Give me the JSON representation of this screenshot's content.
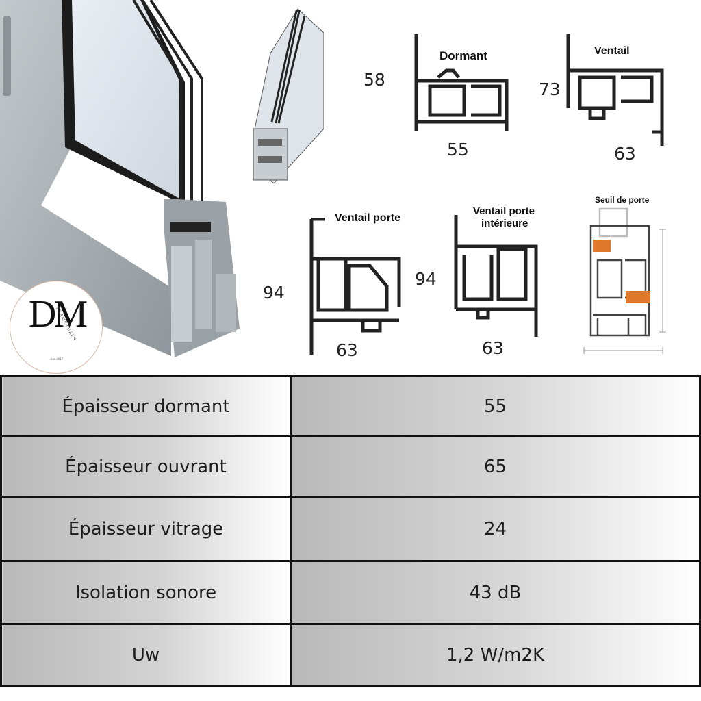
{
  "profiles": {
    "dormant": {
      "label": "Dormant",
      "height": "58",
      "width": "55"
    },
    "ventail": {
      "label": "Ventail",
      "height": "73",
      "width": "63"
    },
    "ventail_porte": {
      "label": "Ventail porte",
      "height": "94",
      "width": "63"
    },
    "ventail_porte_interieure": {
      "label_line1": "Ventail porte",
      "label_line2": "intérieure",
      "height": "94",
      "width": "63"
    },
    "seuil_de_porte": {
      "label": "Seuil de porte"
    }
  },
  "logo": {
    "letters": "DM",
    "side_text": "FERMETURES",
    "established": "Est. 2017"
  },
  "specs": [
    {
      "label": "Épaisseur dormant",
      "value": "55"
    },
    {
      "label": "Épaisseur ouvrant",
      "value": "65"
    },
    {
      "label": "Épaisseur vitrage",
      "value": "24"
    },
    {
      "label": "Isolation sonore",
      "value": "43 dB"
    },
    {
      "label": "Uw",
      "value": "1,2 W/m2K"
    }
  ],
  "colors": {
    "aluminium": "#a9b0b4",
    "glass": "#dfe4ea",
    "table_border": "#111111",
    "insulation_orange": "#e0782a"
  }
}
